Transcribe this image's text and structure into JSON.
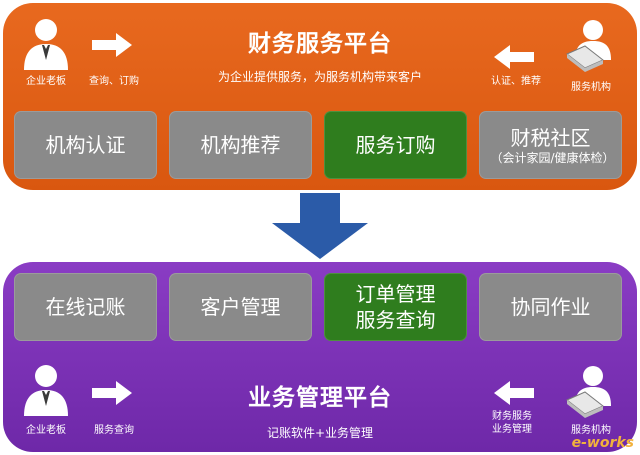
{
  "top_panel": {
    "title": "财务服务平台",
    "subtitle": "为企业提供服务，为服务机构带来客户",
    "left_actor": "企业老板",
    "left_action": "查询、订购",
    "right_actor": "服务机构",
    "right_action": "认证、推荐",
    "boxes": [
      {
        "label": "机构认证",
        "sub": ""
      },
      {
        "label": "机构推荐",
        "sub": ""
      },
      {
        "label": "服务订购",
        "sub": ""
      },
      {
        "label": "财税社区",
        "sub": "（会计家园/健康体检）"
      }
    ]
  },
  "bottom_panel": {
    "title": "业务管理平台",
    "subtitle": "记账软件+业务管理",
    "left_actor": "企业老板",
    "left_action": "服务查询",
    "right_actor": "服务机构",
    "right_action_line1": "财务服务",
    "right_action_line2": "业务管理",
    "boxes": [
      {
        "label": "在线记账"
      },
      {
        "label": "客户管理"
      },
      {
        "label": "订单管理",
        "label2": "服务查询"
      },
      {
        "label": "协同作业"
      }
    ]
  },
  "colors": {
    "top_panel": "#e0601a",
    "bottom_panel": "#7d33b8",
    "box_gray": "#8a8a8a",
    "box_green": "#2f7d1e",
    "connector_arrow": "#2b5ba8"
  },
  "watermark": "e-works"
}
